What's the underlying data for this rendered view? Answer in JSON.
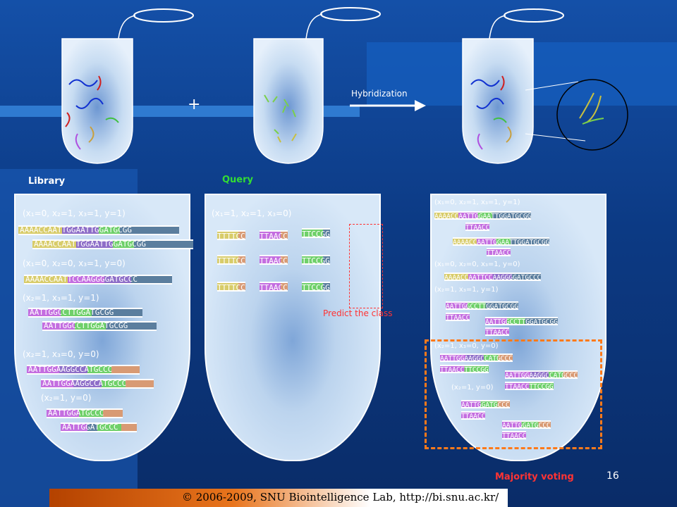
{
  "labels": {
    "library": "Library",
    "query": "Query",
    "hybridization": "Hybridization",
    "plus": "+",
    "predict": "Predict the class",
    "majority": "Majority voting"
  },
  "library": {
    "g1_vars": "(x₁=0, x₂=1, x₃=1, y=1)",
    "g1_seq": "AAAACCAATTGGAATTGGATGCGG",
    "g2_vars": "(x₁=0, x₂=0, x₃=1, y=0)",
    "g2_seq": "AAAACCAATTCCAAGGGGATGCCC",
    "g3_vars": "(x₂=1, x₃=1, y=1)",
    "g3_seq": "AATTGGCCTTGGATGCGG",
    "g4_vars": "(x₂=1, x₃=0, y=0)",
    "g4_seq": "AATTGGAAGGCCATGCCC",
    "g5_vars": "(x₂=1, y=0)",
    "g5_seq": "AATTGGATGCCC"
  },
  "query": {
    "vars": "(x₁=1, x₂=1, x₃=0)",
    "p1": "TTTTCC",
    "p2": "TTAACC",
    "p3": "TTCCGG"
  },
  "result": {
    "r1_vars": "(x₁=0, x₂=1, x₃=1, y=1)",
    "r1_seq": "AAAACCAATTGGAATTGGATGCGG",
    "probe": "TTAACC",
    "r2_vars": "(x₁=0, x₂=0, x₃=1, y=0)",
    "r2_seq": "AAAACCAATTCCAAGGGGATGCCC",
    "r3_vars": "(x₂=1, x₃=1, y=1)",
    "r3_seq": "AATTGGCCTTGGATGCGG",
    "r4_vars": "(x₂=1, x₃=0, y=0)",
    "r4_seq": "AATTGGAAGGCCATGCCC",
    "probe2": "TTAACCTTCCGG",
    "r5_vars": "(x₂=1, y=0)",
    "r5_seq": "AATTGGATGCCC"
  },
  "footer": "© 2006-2009, SNU Biointelligence Lab, http://bi.snu.ac.kr/",
  "page_number": "16",
  "colors": {
    "library": "#ffffff",
    "query": "#33dd33",
    "predict": "#ff3333",
    "majority": "#ff3333",
    "box": "#ff7a1a"
  }
}
